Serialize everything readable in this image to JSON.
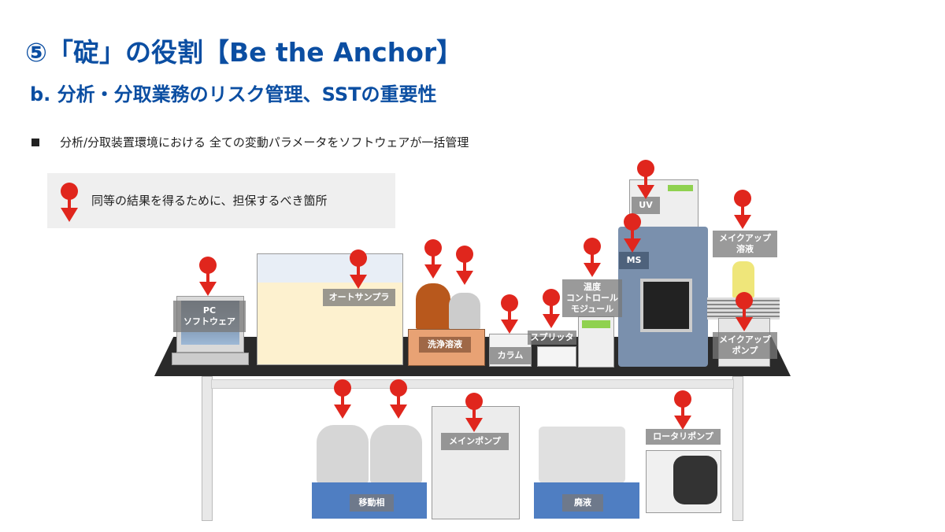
{
  "title": "⑤「碇」の役割【Be the Anchor】",
  "subtitle": "b.  分析・分取業務のリスク管理、SSTの重要性",
  "bullet": "分析/分取装置環境における 全ての変動パラメータをソフトウェアが一括管理",
  "legend": "同等の結果を得るために、担保するべき箇所",
  "labels": {
    "pc": "PC\nソフトウェア",
    "autosampler": "オートサンプラ",
    "wash": "洗浄溶液",
    "column": "カラム",
    "splitter": "スプリッタ",
    "temp": "温度\nコントロール\nモジュール",
    "uv": "UV",
    "ms": "MS",
    "makeup_solution": "メイクアップ\n溶液",
    "makeup_pump": "メイクアップ\nポンプ",
    "main_pump": "メインポンプ",
    "rotary": "ロータリポンプ",
    "mobile": "移動相",
    "waste": "廃液"
  },
  "colors": {
    "title": "#0b4ea2",
    "pin": "#e0261d"
  }
}
